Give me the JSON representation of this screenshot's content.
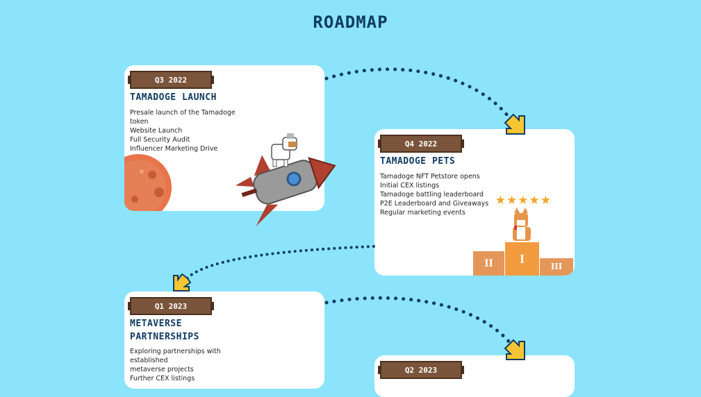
{
  "page": {
    "title": "ROADMAP"
  },
  "cards": [
    {
      "badge": "Q3 2022",
      "title": "TAMADOGE LAUNCH",
      "items": [
        "Presale launch of the Tamadoge",
        "token",
        "Website Launch",
        "Full Security Audit",
        "Influencer Marketing Drive"
      ]
    },
    {
      "badge": "Q4 2022",
      "title": "TAMADOGE PETS",
      "items": [
        "Tamadoge NFT Petstore opens",
        "Initial CEX listings",
        "Tamadoge battling leaderboard",
        "P2E Leaderboard and Giveaways",
        "Regular marketing events"
      ],
      "stars": "★★★★★",
      "podium": [
        "II",
        "I",
        "III"
      ]
    },
    {
      "badge": "Q1 2023",
      "title_lines": [
        "METAVERSE",
        "PARTNERSHIPS"
      ],
      "items": [
        "Exploring partnerships with",
        "established",
        "metaverse projects",
        "Further CEX listings"
      ]
    },
    {
      "badge": "Q2 2023"
    }
  ],
  "colors": {
    "background": "#8be4fb",
    "title": "#0f3b63",
    "badge": "#7a553b",
    "arrow": "#f5c533",
    "dots": "#0f3b63"
  },
  "icons": [
    "planet-icon",
    "rocket-icon",
    "shiba-dog-icon",
    "star-icon",
    "arrow-down-right-icon",
    "arrow-down-left-icon"
  ]
}
